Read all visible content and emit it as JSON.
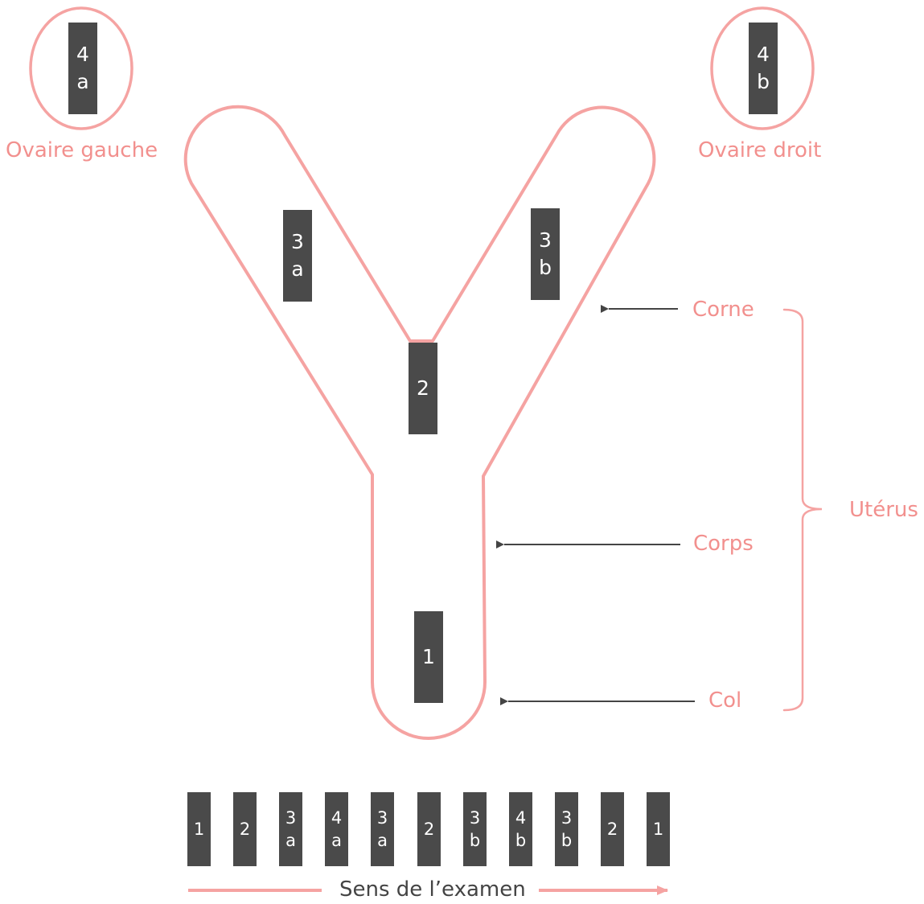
{
  "colors": {
    "outline": "#f5a3a2",
    "text_pink": "#f2908e",
    "box_fill": "#4a4a4a",
    "box_text": "#ffffff",
    "arrow": "#444444"
  },
  "ovaries": {
    "left": {
      "box": [
        "4",
        "a"
      ],
      "label": "Ovaire gauche"
    },
    "right": {
      "box": [
        "4",
        "b"
      ],
      "label": "Ovaire droit"
    }
  },
  "uterus_zones": {
    "horn_left": [
      "3",
      "a"
    ],
    "horn_right": [
      "3",
      "b"
    ],
    "bifurcation": [
      "2"
    ],
    "cervix": [
      "1"
    ]
  },
  "annotations": {
    "corne": "Corne",
    "corps": "Corps",
    "col": "Col",
    "uterus": "Utérus"
  },
  "sequence": [
    [
      "1"
    ],
    [
      "2"
    ],
    [
      "3",
      "a"
    ],
    [
      "4",
      "a"
    ],
    [
      "3",
      "a"
    ],
    [
      "2"
    ],
    [
      "3",
      "b"
    ],
    [
      "4",
      "b"
    ],
    [
      "3",
      "b"
    ],
    [
      "2"
    ],
    [
      "1"
    ]
  ],
  "direction_label": "Sens de l’examen"
}
